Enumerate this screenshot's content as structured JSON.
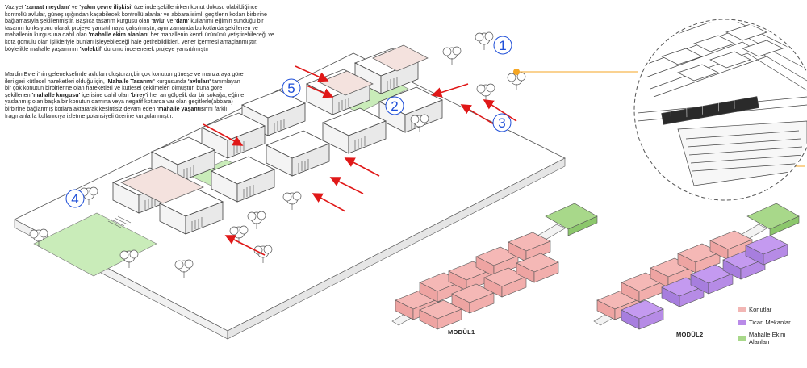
{
  "intro": {
    "s1": "Vaziyet ",
    "b1": "'zanaat meydanı'",
    "s2": " ve ",
    "b2": "'yakın çevre ilişkisi'",
    "s3": " üzerinde şekillenirken konut dokusu olabildiğince kontrollü avlular, güneş ışığından kaçabilecek kontrollü alanlar ve abbara isimli geçitlerin kotları birbirine bağlamasıyla şekillenmiştir. Başlıca tasarım kurgusu olan ",
    "b3": "'avlu'",
    "s4": " ve ",
    "b4": "'dam'",
    "s5": " kullanımı eğimin sunduğu bir tasarım fonksiyonu olarak projeye yansıtılmaya çalışılmıştır, aynı zamanda bu kotlarda şekillenen ve mahallenin kurgusuna dahil olan ",
    "b5": "'mahalle ekim alanları'",
    "s6": " her mahallenin kendi ürününü yetiştirebileceği ve kota gömülü olan işlikleriyle bunları işleyebileceği hale getirebildikleri, yerler içermesi amaçlanmıştır, böylelikle mahalle yaşamının ",
    "b6": "'kolektif'",
    "s7": " durumu incelenerek projeye yansıtılmıştır"
  },
  "mardin": {
    "s1": "Mardin Evleri'nin gelenekselinde avluları oluşturan,bir çok konutun güneşe ve manzaraya göre ileri geri kütlesel hareketleri olduğu için, ",
    "b1": "'Mahalle Tasarımı'",
    "s2": " kurgusunda ",
    "b2": "'avluları'",
    "s3": " tanımlayan bir çok konutun birbirlerine olan hareketleri ve kütlesel çekilmeleri olmuştur, buna göre şekillenen ",
    "b3": "'mahalle kurgusu'",
    "s4": " içerisine dahil olan ",
    "b4": "'birey'i",
    "s5": " her an gölgelik dar bir sokağa, eğime yaslanmış olan başka bir konutun damına veya negatif kotlarda var olan geçitlerle(abbara) birbirine bağlanmış kotlara aktararak kesintisiz devam eden ",
    "b5": "'mahalle yaşantısı'",
    "s6": "'nı farklı fragmanlarla kullanıcıya izletme potansiyeli üzerine kurgulanmıştır."
  },
  "markers": [
    "1",
    "2",
    "3",
    "4",
    "5"
  ],
  "modules": {
    "m1": "MODÜL1",
    "m2": "MODÜL2"
  },
  "legend": [
    {
      "label": "Konutlar",
      "color": "#f2b6b4"
    },
    {
      "label": "Ticari Mekanlar",
      "color": "#b98be8"
    },
    {
      "label": "Mahalle Ekim Alanları",
      "color": "#a8d88a"
    }
  ],
  "colors": {
    "arrow": "#e01818",
    "marker": "#1f4fd8",
    "detail_dot": "#f5a623",
    "green": "#c9ecb9",
    "pink": "#f4e2de"
  }
}
